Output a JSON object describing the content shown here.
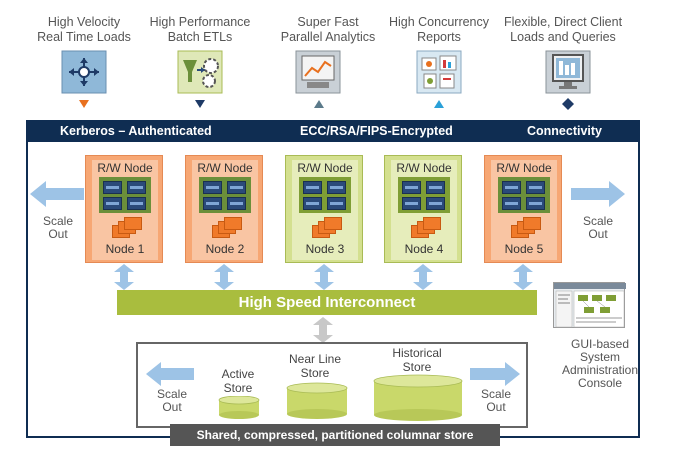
{
  "workloads": [
    {
      "line1": "High Velocity",
      "line2": "Real Time Loads",
      "icon": "network-cross-icon",
      "marker_color": "#e8701e",
      "marker": "down-triangle"
    },
    {
      "line1": "High Performance",
      "line2": "Batch ETLs",
      "icon": "gears-funnel-icon",
      "marker_color": "#1e3a66",
      "marker": "down-triangle"
    },
    {
      "line1": "Super Fast",
      "line2": "Parallel Analytics",
      "icon": "analytics-chart-icon",
      "marker_color": "#5b7a8a",
      "marker": "up-triangle"
    },
    {
      "line1": "High Concurrency",
      "line2": "Reports",
      "icon": "reports-icon",
      "marker_color": "#2aa0d8",
      "marker": "up-triangle"
    },
    {
      "line1": "Flexible, Direct Client",
      "line2": "Loads and Queries",
      "icon": "monitor-icon",
      "marker_color": "#1e3a66",
      "marker": "diamond"
    }
  ],
  "banner": {
    "left": "Kerberos – Authenticated",
    "center": "ECC/RSA/FIPS-Encrypted",
    "right": "Connectivity"
  },
  "nodes": [
    {
      "header": "R/W Node",
      "label": "Node 1",
      "color": "orange"
    },
    {
      "header": "R/W Node",
      "label": "Node 2",
      "color": "orange"
    },
    {
      "header": "R/W Node",
      "label": "Node 3",
      "color": "green"
    },
    {
      "header": "R/W Node",
      "label": "Node 4",
      "color": "green"
    },
    {
      "header": "R/W Node",
      "label": "Node 5",
      "color": "orange"
    }
  ],
  "scale_out": {
    "line1": "Scale",
    "line2": "Out"
  },
  "interconnect": "High Speed Interconnect",
  "stores": [
    {
      "line1": "Active",
      "line2": "Store"
    },
    {
      "line1": "Near Line",
      "line2": "Store"
    },
    {
      "line1": "Historical",
      "line2": "Store"
    }
  ],
  "store_footer": "Shared, compressed, partitioned columnar store",
  "console": {
    "line1": "GUI-based",
    "line2": "System",
    "line3": "Administration",
    "line4": "Console"
  },
  "colors": {
    "navy": "#0f2d52",
    "orange_node": "#f7a774",
    "green_node": "#d4e08f",
    "interconnect": "#a9bd3e",
    "arrow": "#9dc3e6",
    "cylinder": "#c9d86a"
  }
}
